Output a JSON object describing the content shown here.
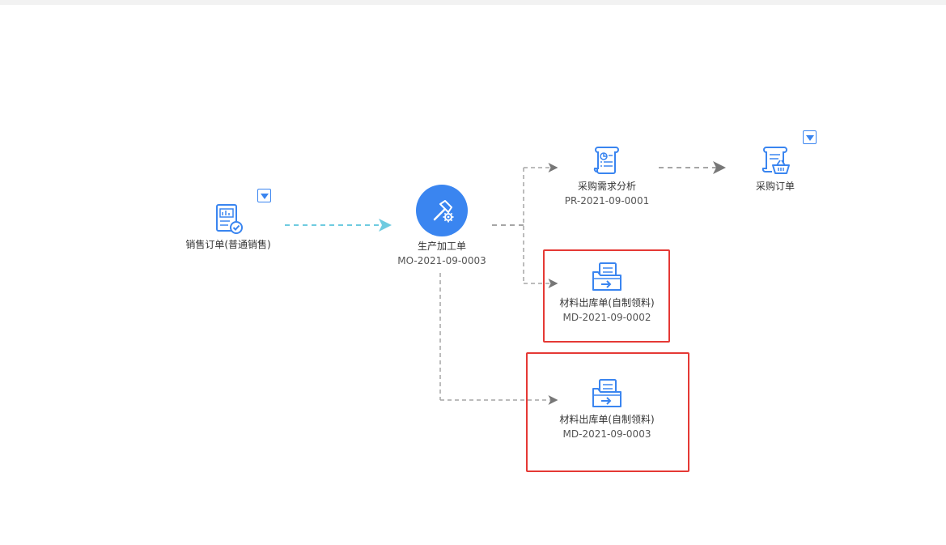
{
  "colors": {
    "accent": "#3a85f0",
    "link_dashed_cyan": "#6fcbe0",
    "link_dashed_gray": "#a6a6a6",
    "highlight": "#e53935"
  },
  "nodes": {
    "sales_order": {
      "label": "销售订单(普通销售)",
      "icon": "report-check-icon"
    },
    "manufacturing_order": {
      "label": "生产加工单",
      "code": "MO-2021-09-0003",
      "icon": "hammer-gear-icon"
    },
    "purchase_requirement": {
      "label": "采购需求分析",
      "code": "PR-2021-09-0001",
      "icon": "scroll-chart-icon"
    },
    "purchase_order": {
      "label": "采购订单",
      "icon": "scroll-basket-icon"
    },
    "material_issue_1": {
      "label": "材料出库单(自制领料)",
      "code": "MD-2021-09-0002",
      "icon": "folder-arrow-icon"
    },
    "material_issue_2": {
      "label": "材料出库单(自制领料)",
      "code": "MD-2021-09-0003",
      "icon": "folder-arrow-icon"
    }
  }
}
